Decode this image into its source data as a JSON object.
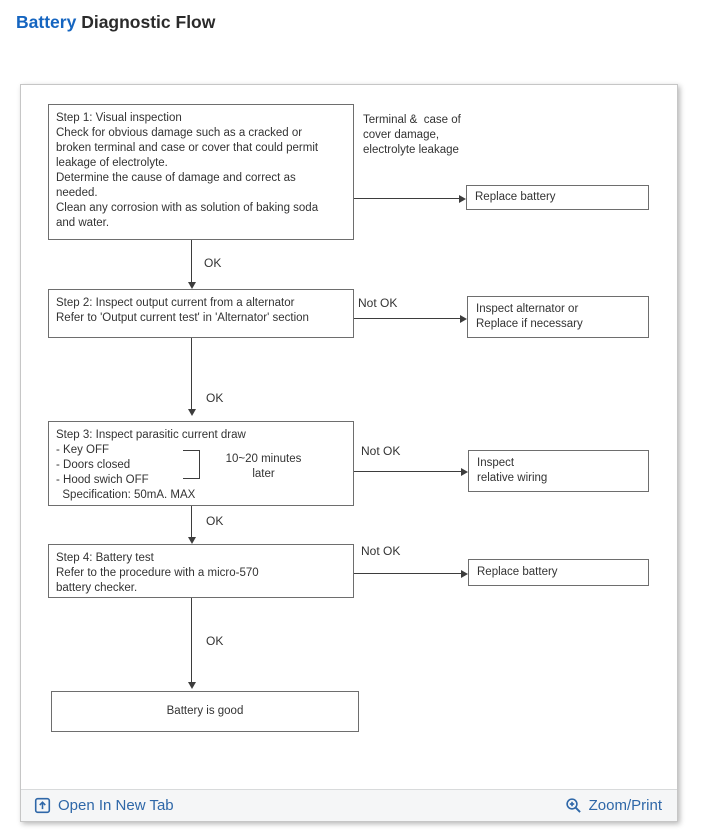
{
  "header": {
    "title_accent": "Battery",
    "title_rest": "Diagnostic Flow"
  },
  "flowchart": {
    "step1_text": "Step 1: Visual inspection\nCheck for obvious damage such as a cracked or\nbroken terminal and case or cover that could permit\nleakage of electrolyte.\nDetermine the cause of damage and correct as\nneeded.\nClean any corrosion with as solution of baking soda\nand water.",
    "step1_annotation": "Terminal &  case of\ncover damage,\nelectrolyte leakage",
    "step2_text": "Step 2: Inspect output current from a alternator\nRefer to 'Output current test' in 'Alternator' section",
    "step3_text": "Step 3: Inspect parasitic current draw\n- Key OFF\n- Doors closed\n- Hood swich OFF\n  Specification: 50mA. MAX",
    "step3_note": "10~20 minutes\nlater",
    "step4_text": "Step 4: Battery test\nRefer to the procedure with a micro-570\nbattery checker.",
    "result_text": "Battery is good",
    "outcome_replace_1": "Replace battery",
    "outcome_alternator": "Inspect alternator or\nReplace if necessary",
    "outcome_wiring": "Inspect\nrelative wiring",
    "outcome_replace_2": "Replace battery",
    "label_ok": "OK",
    "label_not_ok": "Not OK"
  },
  "footer": {
    "open_in_new_tab": "Open In New Tab",
    "zoom_print": "Zoom/Print"
  },
  "colors": {
    "title_accent": "#1565c0",
    "link_blue": "#2e67a8"
  }
}
